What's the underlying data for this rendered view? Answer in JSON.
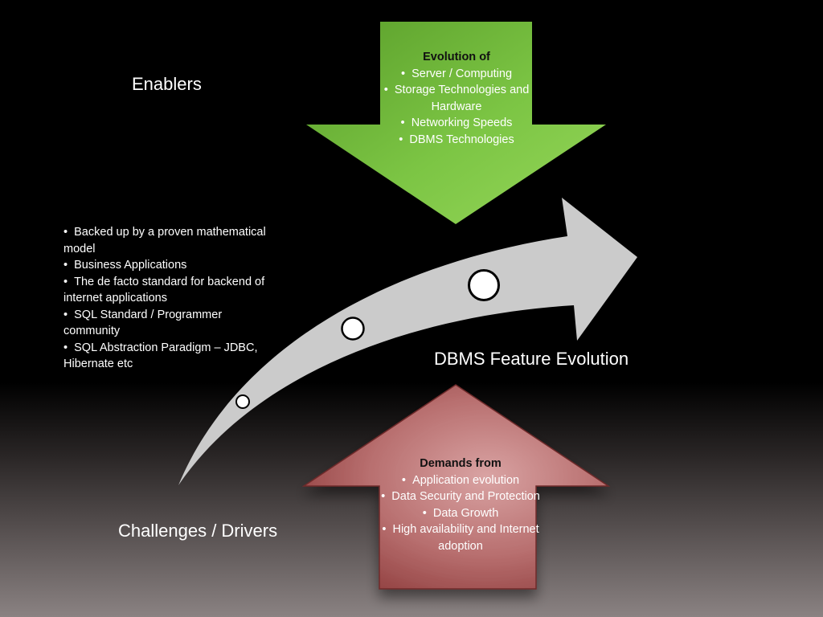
{
  "enablers": {
    "title": "Enablers",
    "box_heading": "Evolution of",
    "items": [
      "Server / Computing",
      "Storage Technologies and Hardware",
      "Networking Speeds",
      "DBMS Technologies"
    ]
  },
  "challenges": {
    "title": "Challenges / Drivers",
    "box_heading": "Demands from",
    "items": [
      "Application evolution",
      "Data Security and Protection",
      "Data Growth",
      "High availability and Internet adoption"
    ]
  },
  "evolution": {
    "title": "DBMS Feature Evolution"
  },
  "left_points": [
    "Backed up by a proven mathematical model",
    "Business Applications",
    "The de facto standard for backend of internet applications",
    "SQL Standard / Programmer community",
    "SQL Abstraction Paradigm – JDBC, Hibernate etc"
  ],
  "colors": {
    "green_box": "#76c043",
    "red_box": "#b56a6a",
    "arrow": "#c8c8c8"
  }
}
